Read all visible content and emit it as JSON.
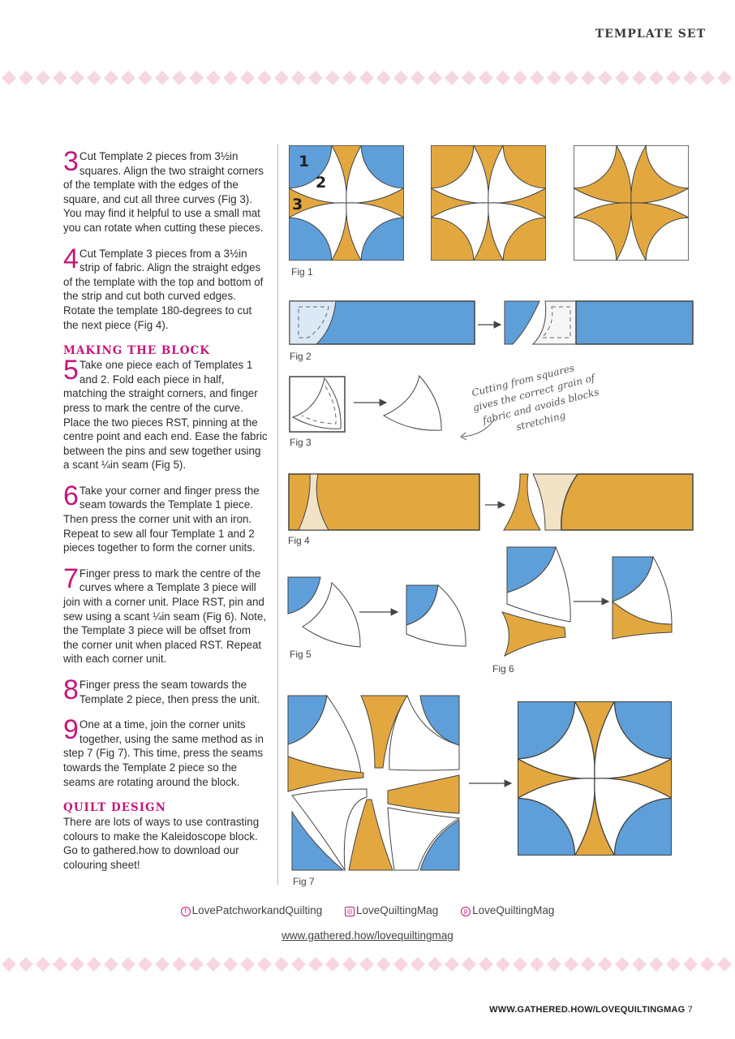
{
  "header": {
    "title": "TEMPLATE SET"
  },
  "steps_a": [
    {
      "num": "3",
      "text": "Cut Template 2 pieces from 3½in squares. Align the two straight corners of the template with the edges of the square, and cut all three curves (Fig 3). You may find it helpful to use a small mat you can rotate when cutting these pieces."
    },
    {
      "num": "4",
      "text": "Cut Template 3 pieces from a 3½in strip of fabric. Align the straight edges of the template with the top and bottom of the strip and cut both curved edges. Rotate the template 180-degrees to cut the next piece (Fig 4)."
    }
  ],
  "making_heading": "MAKING THE BLOCK",
  "steps_b": [
    {
      "num": "5",
      "text": "Take one piece each of Templates 1 and 2. Fold each piece in half, matching the straight corners, and finger press to mark the centre of the curve. Place the two pieces RST, pinning at the centre point and each end. Ease the fabric between the pins and sew together using a scant ¼in seam (Fig 5)."
    },
    {
      "num": "6",
      "text": "Take your corner and finger press the seam towards the Template 1 piece. Then press the corner unit with an iron. Repeat to sew all four Template 1 and 2 pieces together to form the corner units."
    },
    {
      "num": "7",
      "text": "Finger press to mark the centre of the curves where a Template 3 piece will join with a corner unit. Place RST, pin and sew using a scant ¼in seam (Fig 6). Note, the Template 3 piece will be offset from the corner unit when placed RST. Repeat with each corner unit."
    },
    {
      "num": "8",
      "text": "Finger press the seam towards the Template 2 piece, then press the unit."
    },
    {
      "num": "9",
      "text": "One at a time, join the corner units together, using the same method as in step 7 (Fig 7). This time, press the seams towards the Template 2 piece so the seams are rotating around the block."
    }
  ],
  "quilt_heading": "QUILT DESIGN",
  "quilt_text": "There are lots of ways to use contrasting colours to make the Kaleidoscope block. Go to gathered.how to download our colouring sheet!",
  "figures": {
    "fig1": "Fig 1",
    "fig2": "Fig 2",
    "fig3": "Fig 3",
    "fig4": "Fig 4",
    "fig5": "Fig 5",
    "fig6": "Fig 6",
    "fig7": "Fig 7",
    "fig1_numbers": [
      "1",
      "2",
      "3"
    ],
    "note_lines": [
      "Cutting from squares",
      "gives the correct grain of",
      "fabric and avoids blocks",
      "stretching"
    ]
  },
  "social": {
    "facebook": "LovePatchworkandQuilting",
    "instagram": "LoveQuiltingMag",
    "pinterest": "LoveQuiltingMag"
  },
  "url": "www.gathered.how/lovequiltingmag",
  "footer": {
    "site": "WWW.GATHERED.HOW/LOVEQUILTINGMAG",
    "page": "7"
  },
  "colors": {
    "blue": "#5f9fd9",
    "gold": "#e2a83f",
    "pink": "#c4177b",
    "diamond": "#f7d6e3",
    "cream": "#f3e3c6",
    "lightblue": "#dbe8f6"
  },
  "icons": [
    "facebook-icon",
    "instagram-icon",
    "pinterest-icon",
    "arrow-icon"
  ]
}
